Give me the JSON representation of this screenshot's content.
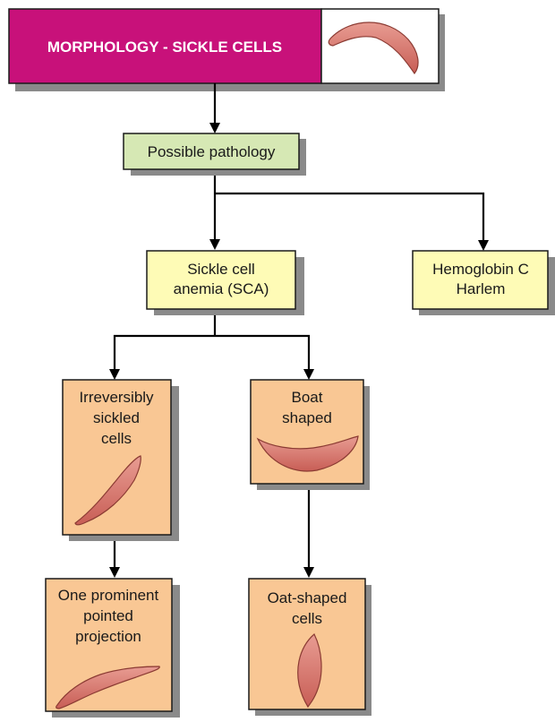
{
  "title": "MORPHOLOGY - SICKLE CELLS",
  "nodes": {
    "possible_pathology": "Possible pathology",
    "sca": [
      "Sickle cell",
      "anemia (SCA)"
    ],
    "hbc": [
      "Hemoglobin C",
      "Harlem"
    ],
    "irreversible": [
      "Irreversibly",
      "sickled",
      "cells"
    ],
    "boat": [
      "Boat",
      "shaped"
    ],
    "one_prominent": [
      "One prominent",
      "pointed",
      "projection"
    ],
    "oat": [
      "Oat-shaped",
      "cells"
    ]
  },
  "colors": {
    "title_bg": "#c8117a",
    "green_box": "#d6e8b4",
    "yellow_box": "#fefbb6",
    "orange_box": "#f9c794",
    "cell_fill": "#d06e66",
    "cell_highlight": "#e79a91"
  }
}
